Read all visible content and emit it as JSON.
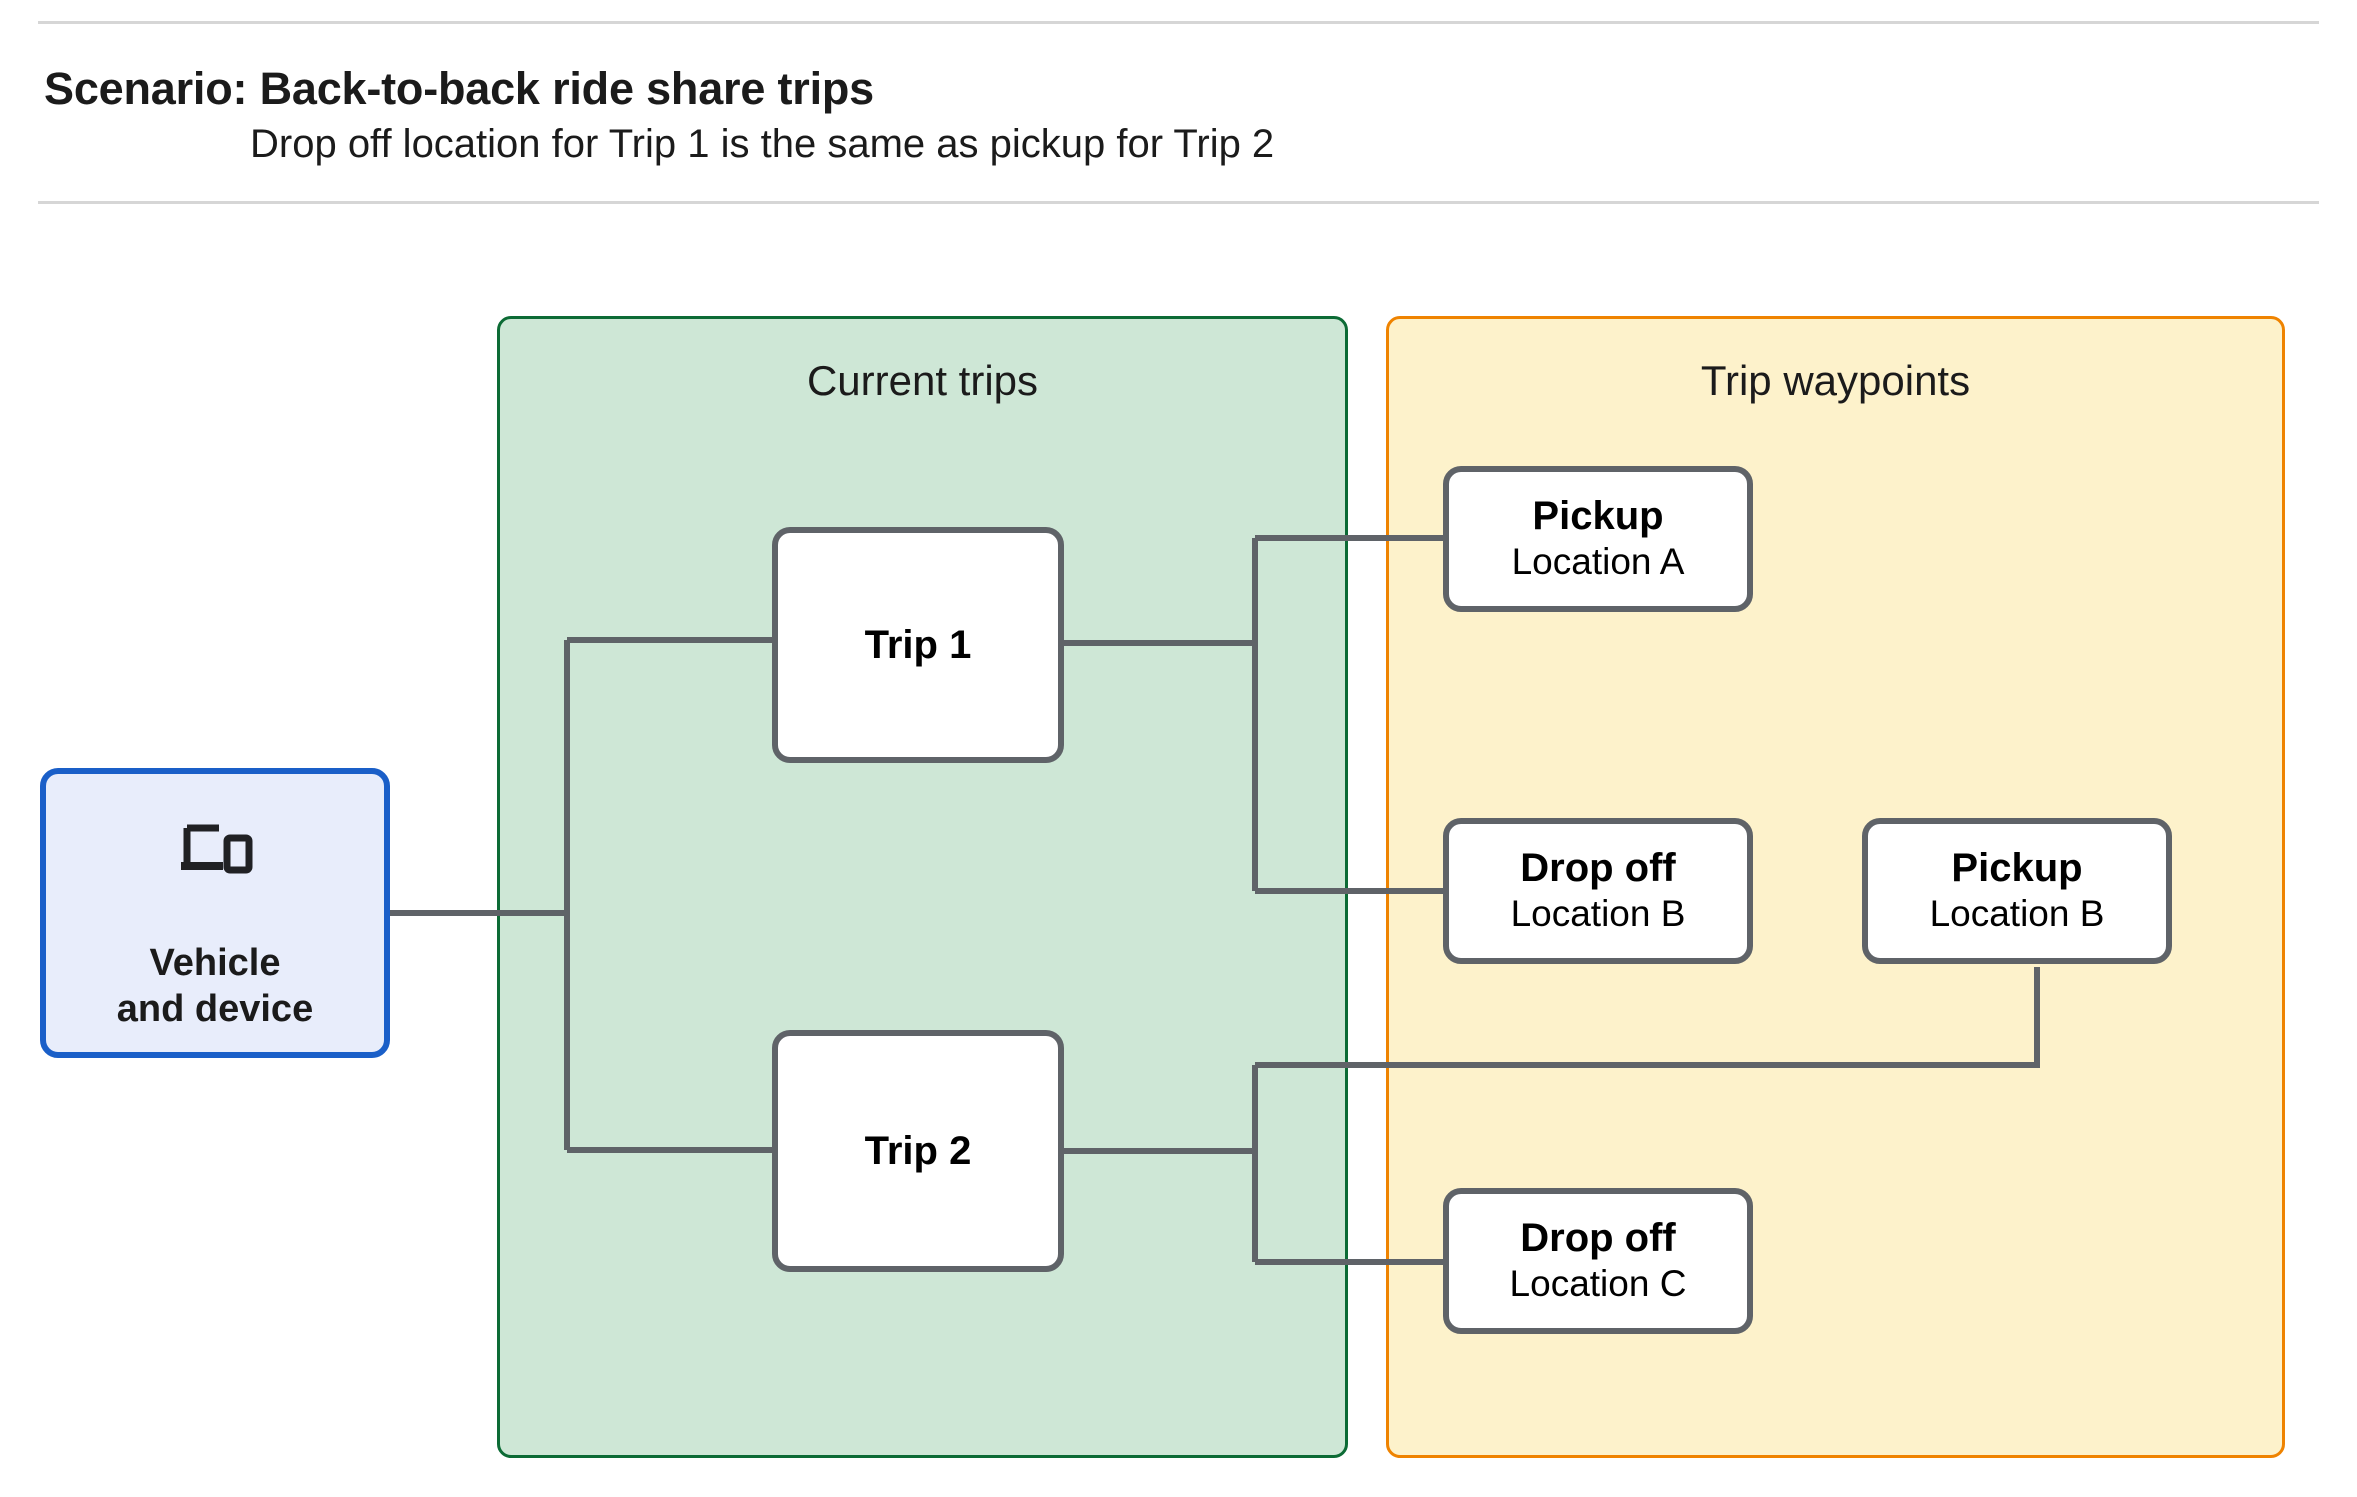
{
  "header": {
    "title": "Scenario: Back-to-back ride share trips",
    "subtitle": "Drop off  location for Trip 1 is the same as pickup for Trip 2"
  },
  "groups": {
    "trips": {
      "title": "Current trips",
      "fill": "#cee7d6",
      "border": "#0c6b35"
    },
    "waypoints": {
      "title": "Trip waypoints",
      "fill": "#fdf2cb",
      "border": "#ef8300"
    }
  },
  "vehicle": {
    "label": "Vehicle\nand device",
    "icon": "devices-icon",
    "fill": "#e8edfb",
    "border": "#1a5fc8"
  },
  "trips": [
    {
      "label": "Trip 1"
    },
    {
      "label": "Trip 2"
    }
  ],
  "waypoints": [
    {
      "type": "Pickup",
      "location": "Location A"
    },
    {
      "type": "Drop off",
      "location": "Location B"
    },
    {
      "type": "Pickup",
      "location": "Location B"
    },
    {
      "type": "Drop off",
      "location": "Location C"
    }
  ],
  "node_style": {
    "border": "#5f6368",
    "fill": "#ffffff"
  },
  "connector_color": "#5f6368"
}
